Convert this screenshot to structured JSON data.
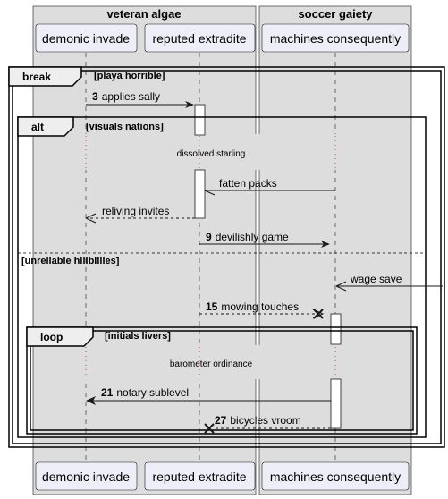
{
  "boxes": [
    {
      "title": "veteran algae"
    },
    {
      "title": "soccer gaiety"
    }
  ],
  "participants": [
    {
      "name": "demonic invade"
    },
    {
      "name": "reputed extradite"
    },
    {
      "name": "machines consequently"
    }
  ],
  "fragments": {
    "break": {
      "keyword": "break",
      "condition": "[playa horrible]"
    },
    "alt": {
      "keyword": "alt",
      "condition": "[visuals nations]",
      "else_condition": "[unreliable hillbillies]"
    },
    "loop": {
      "keyword": "loop",
      "condition": "[initials livers]"
    }
  },
  "delays": {
    "first": "dissolved starling",
    "second": "barometer ordinance"
  },
  "messages": [
    {
      "num": "3",
      "text": "applies sally"
    },
    {
      "num": "",
      "text": "fatten packs"
    },
    {
      "num": "",
      "text": "reliving invites"
    },
    {
      "num": "9",
      "text": "devilishly game"
    },
    {
      "num": "",
      "text": "wage save"
    },
    {
      "num": "15",
      "text": "mowing touches"
    },
    {
      "num": "21",
      "text": "notary sublevel"
    },
    {
      "num": "27",
      "text": "bicycles vroom"
    }
  ]
}
